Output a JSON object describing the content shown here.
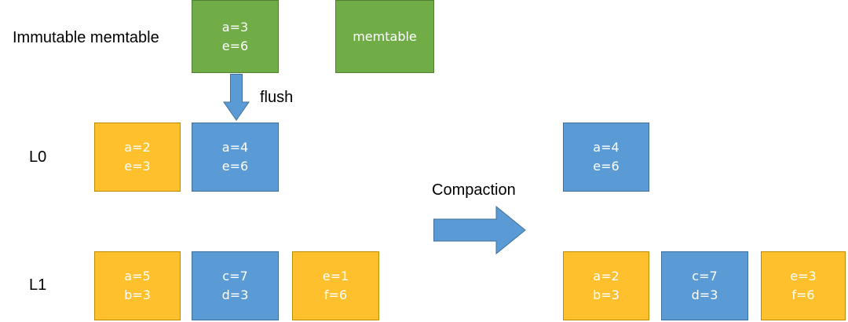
{
  "labels": {
    "immutable_memtable": "Immutable memtable",
    "l0": "L0",
    "l1": "L1",
    "flush": "flush",
    "compaction": "Compaction"
  },
  "memtables": {
    "immutable": {
      "line1": "a=3",
      "line2": "e=6",
      "color": "#70ad47"
    },
    "active": {
      "text": "memtable",
      "color": "#70ad47"
    }
  },
  "before": {
    "l0": [
      {
        "line1": "a=2",
        "line2": "e=3",
        "color": "#ffc02d"
      },
      {
        "line1": "a=4",
        "line2": "e=6",
        "color": "#5b9bd5"
      }
    ],
    "l1": [
      {
        "line1": "a=5",
        "line2": "b=3",
        "color": "#ffc02d"
      },
      {
        "line1": "c=7",
        "line2": "d=3",
        "color": "#5b9bd5"
      },
      {
        "line1": "e=1",
        "line2": "f=6",
        "color": "#ffc02d"
      }
    ]
  },
  "after": {
    "l0": [
      {
        "line1": "a=4",
        "line2": "e=6",
        "color": "#5b9bd5"
      }
    ],
    "l1": [
      {
        "line1": "a=2",
        "line2": "b=3",
        "color": "#ffc02d"
      },
      {
        "line1": "c=7",
        "line2": "d=3",
        "color": "#5b9bd5"
      },
      {
        "line1": "e=3",
        "line2": "f=6",
        "color": "#ffc02d"
      }
    ]
  },
  "colors": {
    "green": "#70ad47",
    "blue": "#5b9bd5",
    "orange": "#ffc02d",
    "arrow": "#5b9bd5"
  }
}
